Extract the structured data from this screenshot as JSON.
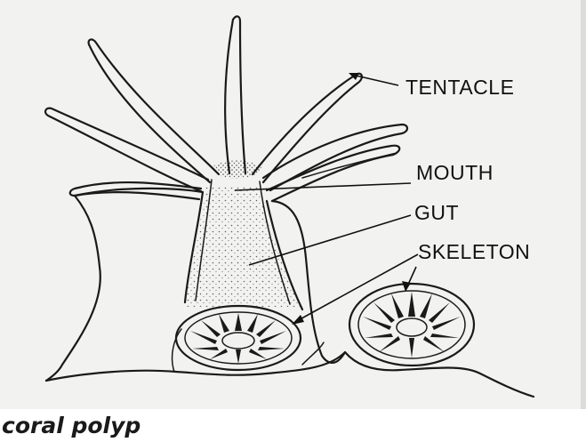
{
  "labels": {
    "tentacle": "TENTACLE",
    "mouth": "MOUTH",
    "gut": "GUT",
    "skeleton": "SKELETON"
  },
  "caption": "coral polyp",
  "colors": {
    "panel_background": "#f2f2f1",
    "ink": "#1a1a1a"
  }
}
